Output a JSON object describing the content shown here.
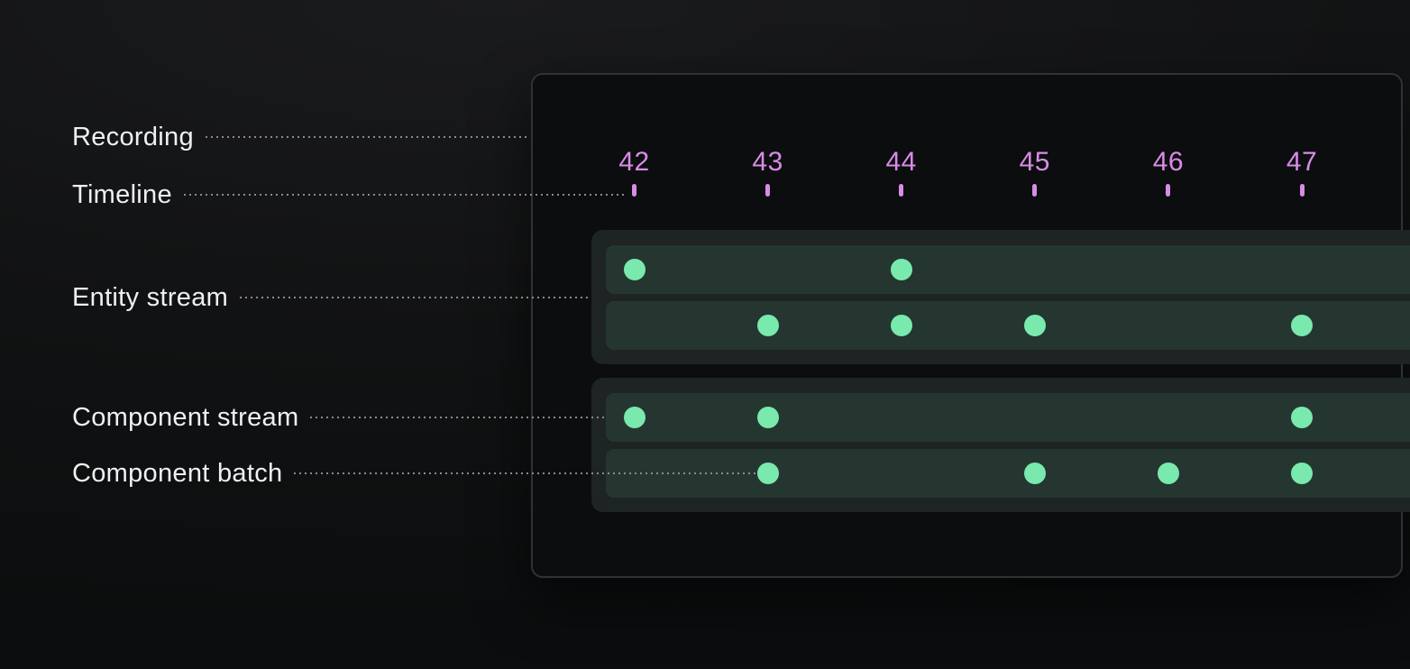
{
  "annotations": {
    "recording": "Recording",
    "timeline": "Timeline",
    "entity_stream": "Entity stream",
    "component_stream": "Component stream",
    "component_batch": "Component batch"
  },
  "timeline": {
    "ticks": [
      42,
      43,
      44,
      45,
      46,
      47
    ]
  },
  "streams": {
    "entity": {
      "rows": [
        {
          "dots": [
            42,
            44
          ]
        },
        {
          "dots": [
            43,
            44,
            45,
            47
          ]
        }
      ]
    },
    "component": {
      "rows": [
        {
          "dots": [
            42,
            43,
            47
          ]
        },
        {
          "dots": [
            43,
            45,
            46,
            47
          ]
        }
      ]
    }
  },
  "colors": {
    "accent_purple": "#d98be8",
    "accent_green": "#79e9ae",
    "row_bg": "#253631",
    "group_bg": "#1e2324",
    "panel_bg": "#0b0d0e",
    "panel_border": "#2d3337",
    "label_text": "#eef0f2",
    "leader_dots": "#8a8a8a"
  }
}
